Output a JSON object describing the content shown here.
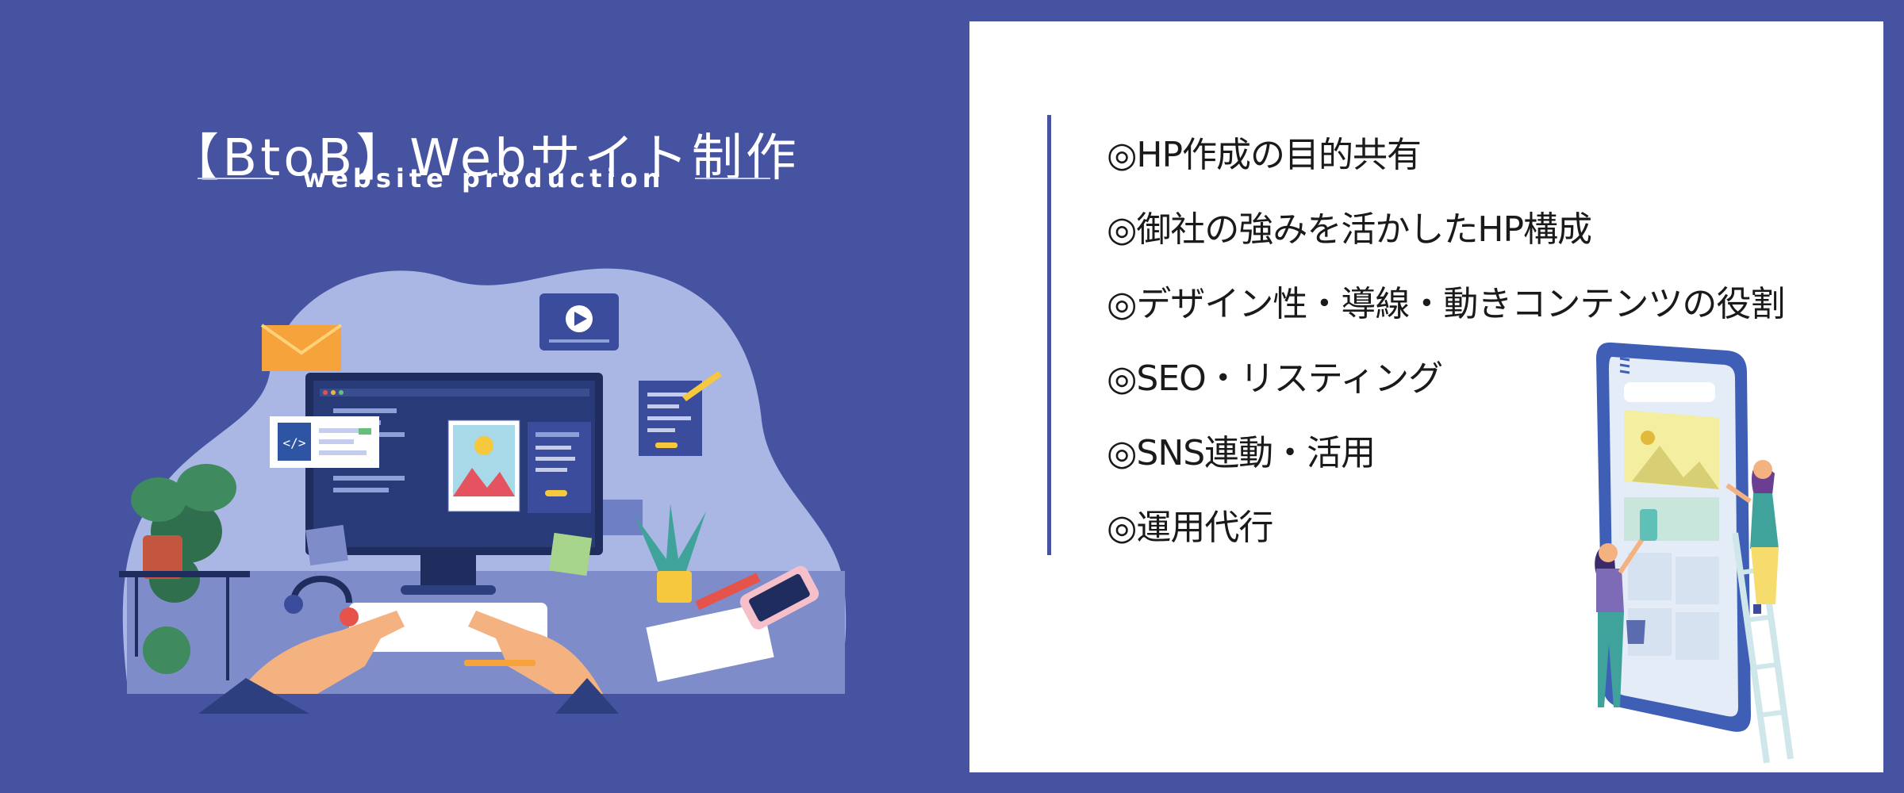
{
  "header": {
    "title": "【BtoB】Webサイト制作",
    "subtitle": "website production"
  },
  "illustration": {
    "code_tag": "</>"
  },
  "services": [
    "◎HP作成の目的共有",
    "◎御社の強みを活かしたHP構成",
    "◎デザイン性・導線・動きコンテンツの役割",
    "◎SEO・リスティング",
    "◎SNS連動・活用",
    "◎運用代行"
  ],
  "colors": {
    "background": "#4653a1",
    "card": "#ffffff",
    "accent": "#4653a1",
    "blob": "#aab6e4"
  }
}
